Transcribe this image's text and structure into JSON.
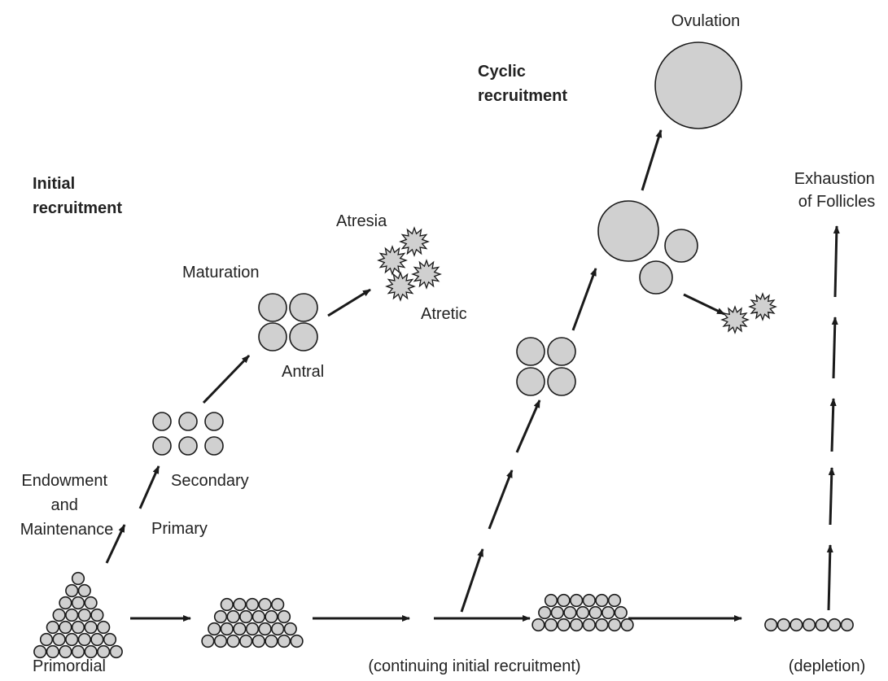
{
  "labels": {
    "initial_recruitment": [
      "Initial",
      "recruitment"
    ],
    "cyclic_recruitment": [
      "Cyclic",
      "recruitment"
    ],
    "ovulation": "Ovulation",
    "exhaustion": [
      "Exhaustion",
      "of Follicles"
    ],
    "atresia": "Atresia",
    "atretic": "Atretic",
    "maturation": "Maturation",
    "antral": "Antral",
    "secondary": "Secondary",
    "primary": "Primary",
    "endowment": [
      "Endowment",
      "and",
      "Maintenance"
    ],
    "primordial": "Primordial",
    "continuing": "(continuing initial recruitment)",
    "depletion": "(depletion)"
  },
  "colors": {
    "follicle_fill": "#d0d0d0",
    "stroke": "#1a1a1a",
    "text": "#222222"
  },
  "icons": {
    "follicle": "circle",
    "atretic_follicle": "starburst",
    "arrow": "arrow"
  }
}
